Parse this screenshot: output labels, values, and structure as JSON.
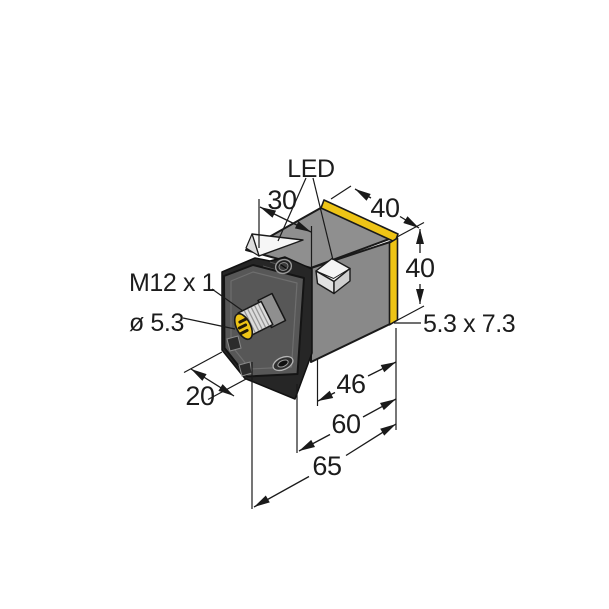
{
  "figure": {
    "labels": {
      "led": "LED",
      "thread_spec": "M12 x 1",
      "hole_diameter": "ø 5.3",
      "slot_size": "5.3 x 7.3"
    },
    "dimensions": {
      "front_width": "30",
      "top_width": "40",
      "height": "40",
      "bracket_depth": "20",
      "length_46": "46",
      "length_60": "60",
      "length_65": "65"
    },
    "colors": {
      "sensing_face_yellow": "#eec416",
      "housing_top": "#8f8f8f",
      "housing_front": "#898989",
      "bracket_plate": "#575757",
      "bracket_dark": "#262626",
      "outline": "#1a1a1a",
      "background": "#ffffff"
    }
  }
}
